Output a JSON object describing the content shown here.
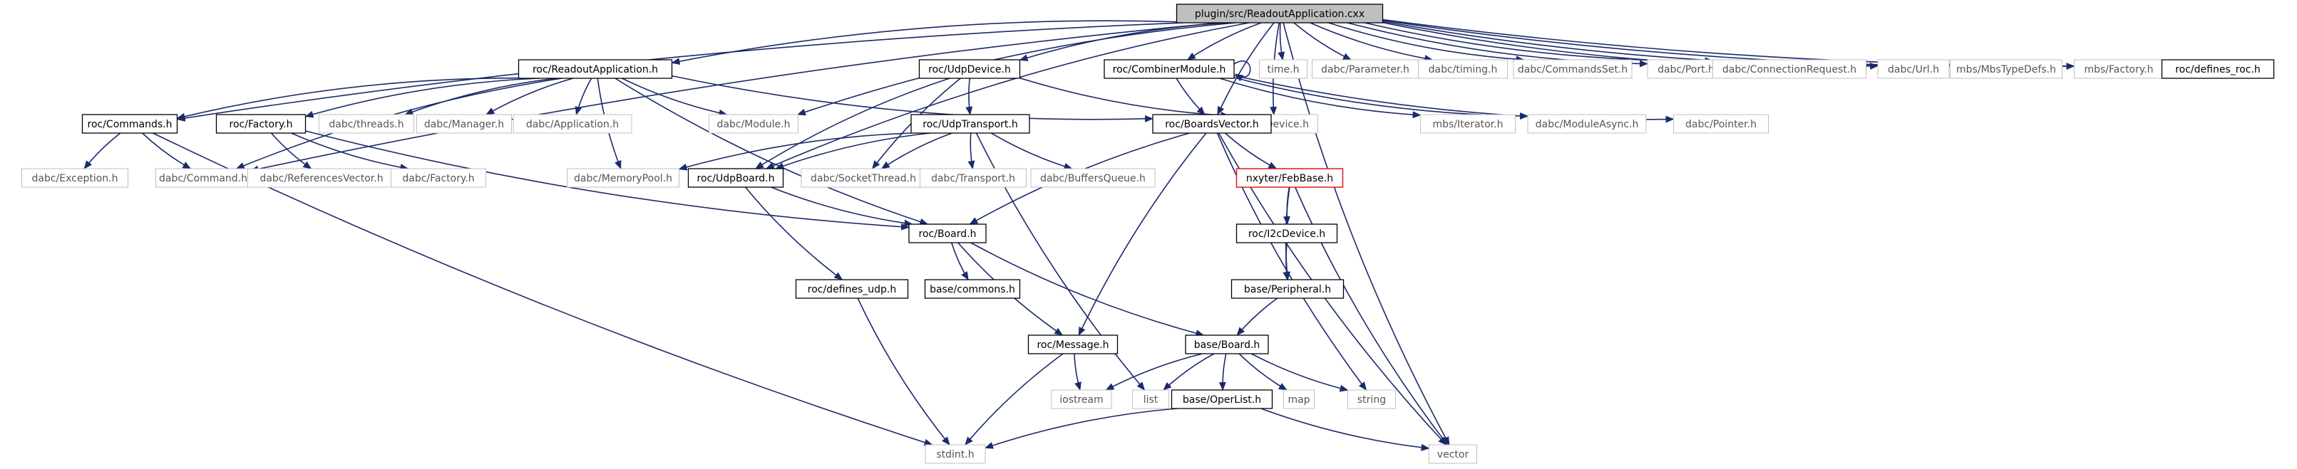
{
  "colors": {
    "edge": "#1b2a6b",
    "node_border_project": "#000000",
    "node_border_external": "#bfbfbf",
    "node_border_highlight": "#e31a1c",
    "node_fill_root": "#bfbfbf",
    "node_fill": "#ffffff",
    "text_project": "#000000",
    "text_external": "#555555"
  },
  "nodes": [
    {
      "id": "root",
      "label": "plugin/src/ReadoutApplication.cxx",
      "kind": "root"
    },
    {
      "id": "readout_h",
      "label": "roc/ReadoutApplication.h",
      "kind": "project"
    },
    {
      "id": "udpdevice_h",
      "label": "roc/UdpDevice.h",
      "kind": "project"
    },
    {
      "id": "combiner_h",
      "label": "roc/CombinerModule.h",
      "kind": "project"
    },
    {
      "id": "time_h",
      "label": "time.h",
      "kind": "external"
    },
    {
      "id": "parameter_h",
      "label": "dabc/Parameter.h",
      "kind": "external"
    },
    {
      "id": "timing_h",
      "label": "dabc/timing.h",
      "kind": "external"
    },
    {
      "id": "commandsset_h",
      "label": "dabc/CommandsSet.h",
      "kind": "external"
    },
    {
      "id": "port_h",
      "label": "dabc/Port.h",
      "kind": "external"
    },
    {
      "id": "connreq_h",
      "label": "dabc/ConnectionRequest.h",
      "kind": "external"
    },
    {
      "id": "url_h",
      "label": "dabc/Url.h",
      "kind": "external"
    },
    {
      "id": "mbstypedefs_h",
      "label": "mbs/MbsTypeDefs.h",
      "kind": "external"
    },
    {
      "id": "mbsfactory_h",
      "label": "mbs/Factory.h",
      "kind": "external"
    },
    {
      "id": "defines_roc_h",
      "label": "roc/defines_roc.h",
      "kind": "project"
    },
    {
      "id": "commands_h",
      "label": "roc/Commands.h",
      "kind": "project"
    },
    {
      "id": "rocfactory_h",
      "label": "roc/Factory.h",
      "kind": "project"
    },
    {
      "id": "threads_h",
      "label": "dabc/threads.h",
      "kind": "external"
    },
    {
      "id": "manager_h",
      "label": "dabc/Manager.h",
      "kind": "external"
    },
    {
      "id": "application_h",
      "label": "dabc/Application.h",
      "kind": "external"
    },
    {
      "id": "module_h",
      "label": "dabc/Module.h",
      "kind": "external"
    },
    {
      "id": "device_h",
      "label": "dabc/Device.h",
      "kind": "external"
    },
    {
      "id": "udptransport_h",
      "label": "roc/UdpTransport.h",
      "kind": "project"
    },
    {
      "id": "boardsvector_h",
      "label": "roc/BoardsVector.h",
      "kind": "project"
    },
    {
      "id": "iterator_h",
      "label": "mbs/Iterator.h",
      "kind": "external"
    },
    {
      "id": "moduleasync_h",
      "label": "dabc/ModuleAsync.h",
      "kind": "external"
    },
    {
      "id": "pointer_h",
      "label": "dabc/Pointer.h",
      "kind": "external"
    },
    {
      "id": "exception_h",
      "label": "dabc/Exception.h",
      "kind": "external"
    },
    {
      "id": "command_h",
      "label": "dabc/Command.h",
      "kind": "external"
    },
    {
      "id": "refvector_h",
      "label": "dabc/ReferencesVector.h",
      "kind": "external"
    },
    {
      "id": "dabcfactory_h",
      "label": "dabc/Factory.h",
      "kind": "external"
    },
    {
      "id": "memorypool_h",
      "label": "dabc/MemoryPool.h",
      "kind": "external"
    },
    {
      "id": "udpboard_h",
      "label": "roc/UdpBoard.h",
      "kind": "project"
    },
    {
      "id": "socketthread_h",
      "label": "dabc/SocketThread.h",
      "kind": "external"
    },
    {
      "id": "transport_h",
      "label": "dabc/Transport.h",
      "kind": "external"
    },
    {
      "id": "buffersqueue_h",
      "label": "dabc/BuffersQueue.h",
      "kind": "external"
    },
    {
      "id": "febbase_h",
      "label": "nxyter/FebBase.h",
      "kind": "highlight"
    },
    {
      "id": "board_h",
      "label": "roc/Board.h",
      "kind": "project"
    },
    {
      "id": "i2cdevice_h",
      "label": "roc/I2cDevice.h",
      "kind": "project"
    },
    {
      "id": "commons_h",
      "label": "base/commons.h",
      "kind": "project"
    },
    {
      "id": "peripheral_h",
      "label": "base/Peripheral.h",
      "kind": "project"
    },
    {
      "id": "defines_udp_h",
      "label": "roc/defines_udp.h",
      "kind": "project"
    },
    {
      "id": "message_h",
      "label": "roc/Message.h",
      "kind": "project"
    },
    {
      "id": "baseboard_h",
      "label": "base/Board.h",
      "kind": "project"
    },
    {
      "id": "iostream",
      "label": "iostream",
      "kind": "external"
    },
    {
      "id": "list",
      "label": "list",
      "kind": "external"
    },
    {
      "id": "operlist_h",
      "label": "base/OperList.h",
      "kind": "project"
    },
    {
      "id": "map",
      "label": "map",
      "kind": "external"
    },
    {
      "id": "string",
      "label": "string",
      "kind": "external"
    },
    {
      "id": "stdint_h",
      "label": "stdint.h",
      "kind": "external"
    },
    {
      "id": "vector",
      "label": "vector",
      "kind": "external"
    }
  ],
  "edges": [
    [
      "root",
      "readout_h"
    ],
    [
      "root",
      "udpdevice_h"
    ],
    [
      "root",
      "combiner_h"
    ],
    [
      "root",
      "time_h"
    ],
    [
      "root",
      "parameter_h"
    ],
    [
      "root",
      "timing_h"
    ],
    [
      "root",
      "commandsset_h"
    ],
    [
      "root",
      "port_h"
    ],
    [
      "root",
      "connreq_h"
    ],
    [
      "root",
      "url_h"
    ],
    [
      "root",
      "mbstypedefs_h"
    ],
    [
      "root",
      "mbsfactory_h"
    ],
    [
      "root",
      "defines_roc_h"
    ],
    [
      "root",
      "commands_h"
    ],
    [
      "root",
      "command_h"
    ],
    [
      "root",
      "module_h"
    ],
    [
      "root",
      "udpboard_h"
    ],
    [
      "root",
      "boardsvector_h"
    ],
    [
      "root",
      "device_h"
    ],
    [
      "root",
      "vector"
    ],
    [
      "readout_h",
      "commands_h"
    ],
    [
      "readout_h",
      "rocfactory_h"
    ],
    [
      "readout_h",
      "threads_h"
    ],
    [
      "readout_h",
      "manager_h"
    ],
    [
      "readout_h",
      "application_h"
    ],
    [
      "readout_h",
      "module_h"
    ],
    [
      "readout_h",
      "boardsvector_h"
    ],
    [
      "readout_h",
      "memorypool_h"
    ],
    [
      "readout_h",
      "board_h"
    ],
    [
      "readout_h",
      "command_h"
    ],
    [
      "commands_h",
      "exception_h"
    ],
    [
      "commands_h",
      "command_h"
    ],
    [
      "commands_h",
      "stdint_h"
    ],
    [
      "rocfactory_h",
      "refvector_h"
    ],
    [
      "rocfactory_h",
      "dabcfactory_h"
    ],
    [
      "rocfactory_h",
      "board_h"
    ],
    [
      "udpdevice_h",
      "udptransport_h"
    ],
    [
      "udpdevice_h",
      "device_h"
    ],
    [
      "udpdevice_h",
      "udpboard_h"
    ],
    [
      "udpdevice_h",
      "socketthread_h"
    ],
    [
      "combiner_h",
      "combiner_h"
    ],
    [
      "combiner_h",
      "boardsvector_h"
    ],
    [
      "combiner_h",
      "iterator_h"
    ],
    [
      "combiner_h",
      "moduleasync_h"
    ],
    [
      "combiner_h",
      "pointer_h"
    ],
    [
      "udptransport_h",
      "memorypool_h"
    ],
    [
      "udptransport_h",
      "udpboard_h"
    ],
    [
      "udptransport_h",
      "socketthread_h"
    ],
    [
      "udptransport_h",
      "transport_h"
    ],
    [
      "udptransport_h",
      "buffersqueue_h"
    ],
    [
      "udptransport_h",
      "list"
    ],
    [
      "boardsvector_h",
      "febbase_h"
    ],
    [
      "boardsvector_h",
      "board_h"
    ],
    [
      "boardsvector_h",
      "message_h"
    ],
    [
      "boardsvector_h",
      "string"
    ],
    [
      "boardsvector_h",
      "vector"
    ],
    [
      "udpboard_h",
      "board_h"
    ],
    [
      "udpboard_h",
      "defines_udp_h"
    ],
    [
      "febbase_h",
      "i2cdevice_h"
    ],
    [
      "febbase_h",
      "peripheral_h"
    ],
    [
      "febbase_h",
      "vector"
    ],
    [
      "i2cdevice_h",
      "peripheral_h"
    ],
    [
      "peripheral_h",
      "baseboard_h"
    ],
    [
      "board_h",
      "commons_h"
    ],
    [
      "board_h",
      "message_h"
    ],
    [
      "board_h",
      "baseboard_h"
    ],
    [
      "defines_udp_h",
      "stdint_h"
    ],
    [
      "message_h",
      "iostream"
    ],
    [
      "message_h",
      "stdint_h"
    ],
    [
      "baseboard_h",
      "iostream"
    ],
    [
      "baseboard_h",
      "list"
    ],
    [
      "baseboard_h",
      "operlist_h"
    ],
    [
      "baseboard_h",
      "map"
    ],
    [
      "baseboard_h",
      "string"
    ],
    [
      "operlist_h",
      "stdint_h"
    ],
    [
      "operlist_h",
      "vector"
    ]
  ]
}
